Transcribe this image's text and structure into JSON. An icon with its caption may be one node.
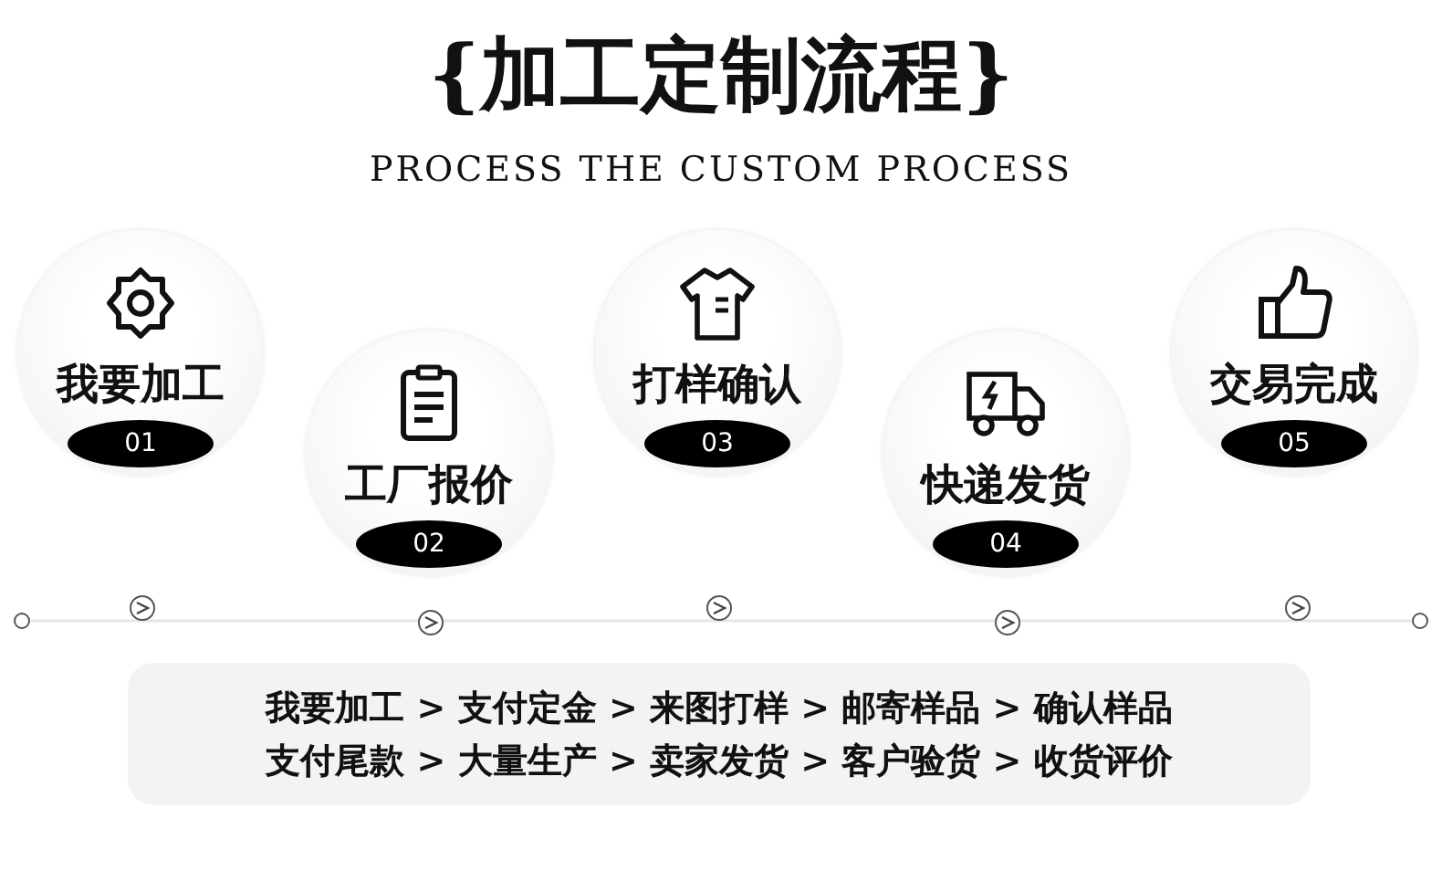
{
  "diagram": {
    "title": "{加工定制流程}",
    "nodes": [
      {
        "text": [
          "我要加工",
          "01"
        ]
      },
      {
        "text": [
          "工厂报价",
          "02"
        ]
      },
      {
        "text": [
          "打样确认",
          "03"
        ]
      },
      {
        "text": [
          "快递发货",
          "04"
        ]
      },
      {
        "text": [
          "交易完成",
          "05"
        ]
      }
    ],
    "labels": [
      "PROCESS THE CUSTOM PROCESS",
      "我要加工 > 支付定金 > 来图打样 > 邮寄样品 > 确认样品",
      "支付尾款 > 大量生产 > 卖家发货 > 客户验货 > 收货评价"
    ]
  }
}
